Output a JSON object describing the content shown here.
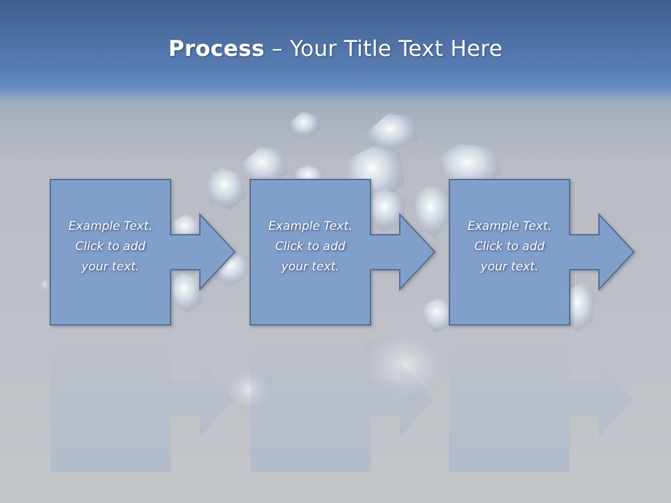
{
  "slide": {
    "title_bold": "Process",
    "title_rest": " – Your Title Text Here"
  },
  "steps": [
    {
      "line1": "Example Text.",
      "line2": "Click  to add",
      "line3": "your text."
    },
    {
      "line1": "Example Text.",
      "line2": "Click  to add",
      "line3": "your text."
    },
    {
      "line1": "Example Text.",
      "line2": "Click  to add",
      "line3": "your text."
    }
  ],
  "colors": {
    "header": "#4f72a8",
    "box_fill": "#7f9fcd",
    "box_stroke": "#5a6e92",
    "background": "#c3c6cb"
  },
  "background_image": "diamonds"
}
